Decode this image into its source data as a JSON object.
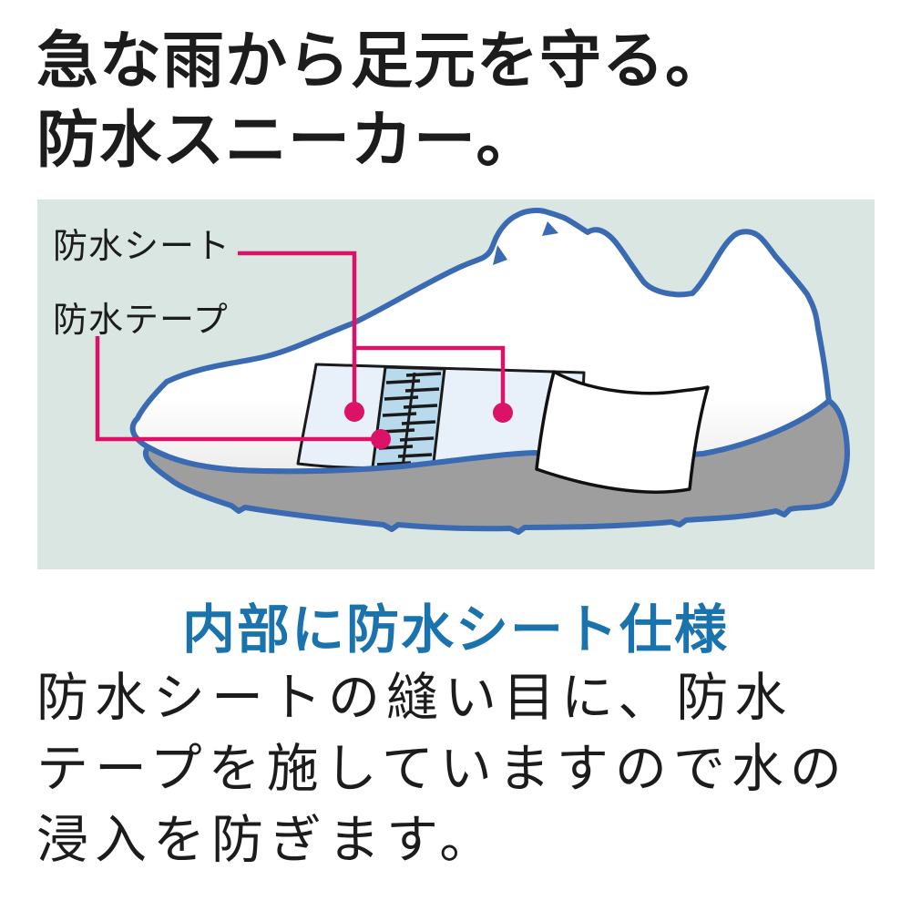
{
  "headline": {
    "line1": "急な雨から足元を守る。",
    "line2": "防水スニーカー。"
  },
  "diagram": {
    "label_sheet": "防水シート",
    "label_tape": "防水テープ",
    "illustration_icon": "sneaker-cutaway-icon"
  },
  "subheading": "内部に防水シート仕様",
  "body": {
    "line1": "防水シートの縫い目に、防水",
    "line2": "テープを施していますので水の",
    "line3": "浸入を防ぎます。"
  },
  "colors": {
    "page_bg": "#ffffff",
    "diagram_bg": "#d9e6e1",
    "outline_blue": "#3a6ab1",
    "sole_gray": "#9e9e9e",
    "sheet_fill": "#e8f1f9",
    "tape_fill": "#b9d9ed",
    "accent_pink": "#dc1269",
    "heading_blue": "#1b73ae",
    "text_black": "#1c1c1c"
  }
}
